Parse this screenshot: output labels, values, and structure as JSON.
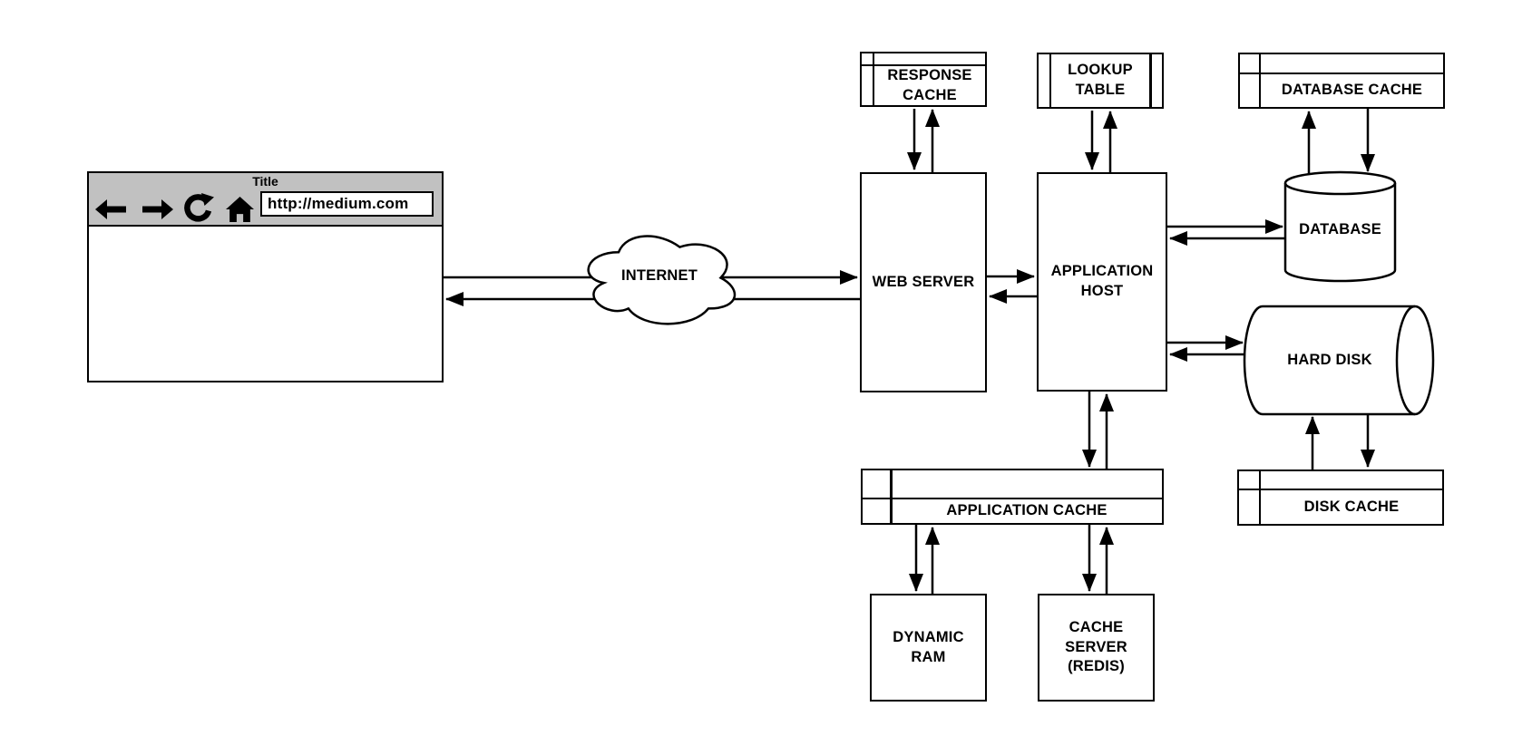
{
  "browser": {
    "title": "Title",
    "url": "http://medium.com"
  },
  "nodes": {
    "internet": {
      "label": "INTERNET"
    },
    "response_cache": {
      "label": "RESPONSE CACHE"
    },
    "lookup_table": {
      "label": "LOOKUP TABLE"
    },
    "database_cache": {
      "label": "DATABASE CACHE"
    },
    "web_server": {
      "label": "WEB SERVER"
    },
    "application_host": {
      "label": "APPLICATION HOST"
    },
    "database": {
      "label": "DATABASE"
    },
    "hard_disk": {
      "label": "HARD DISK"
    },
    "disk_cache": {
      "label": "DISK CACHE"
    },
    "application_cache": {
      "label": "APPLICATION CACHE"
    },
    "dynamic_ram": {
      "label": "DYNAMIC RAM"
    },
    "cache_server": {
      "label": "CACHE SERVER (REDIS)"
    }
  },
  "edges": [
    {
      "from": "browser",
      "to": "web_server",
      "via": "internet",
      "bidirectional": true
    },
    {
      "from": "web_server",
      "to": "response_cache",
      "bidirectional": true
    },
    {
      "from": "web_server",
      "to": "application_host",
      "bidirectional": true
    },
    {
      "from": "application_host",
      "to": "lookup_table",
      "bidirectional": true
    },
    {
      "from": "application_host",
      "to": "database",
      "bidirectional": true
    },
    {
      "from": "database",
      "to": "database_cache",
      "bidirectional": true
    },
    {
      "from": "application_host",
      "to": "hard_disk",
      "bidirectional": true
    },
    {
      "from": "hard_disk",
      "to": "disk_cache",
      "bidirectional": true
    },
    {
      "from": "application_host",
      "to": "application_cache",
      "bidirectional": true
    },
    {
      "from": "application_cache",
      "to": "dynamic_ram",
      "bidirectional": true
    },
    {
      "from": "application_cache",
      "to": "cache_server",
      "bidirectional": true
    }
  ],
  "colors": {
    "stroke": "#000000",
    "shape_fill": "#ffffff",
    "browser_toolbar": "#c1c1c1"
  }
}
